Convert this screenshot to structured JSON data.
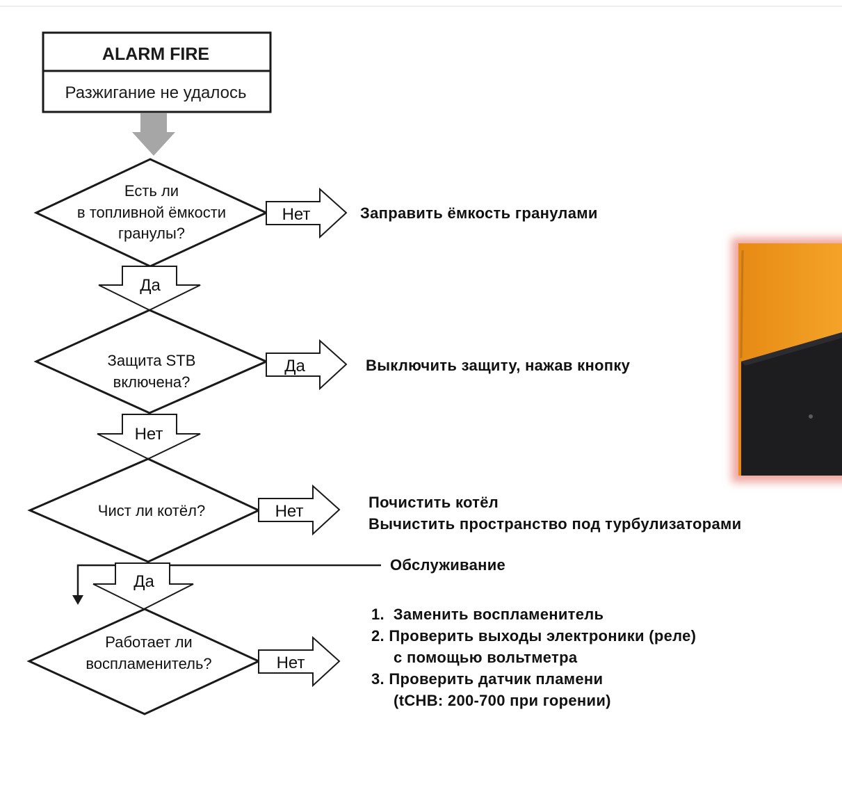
{
  "alarm_box": {
    "title": "ALARM FIRE",
    "subtitle": "Разжигание не удалось"
  },
  "decisions": [
    {
      "lines": [
        "Есть ли",
        "в топливной ёмкости",
        "гранулы?"
      ],
      "side_label": "Нет",
      "side_result": [
        "Заправить ёмкость гранулами"
      ],
      "down_label": "Да"
    },
    {
      "lines": [
        "Защита STB",
        "включена?"
      ],
      "side_label": "Да",
      "side_result": [
        "Выключить защиту, нажав кнопку"
      ],
      "down_label": "Нет"
    },
    {
      "lines": [
        "Чист ли котёл?"
      ],
      "side_label": "Нет",
      "side_result": [
        "Почистить котёл",
        "Вычистить пространство под турбулизаторами"
      ],
      "down_label": "Да"
    },
    {
      "lines": [
        "Работает ли",
        "воспламенитель?"
      ],
      "side_label": "Нет",
      "side_result": [
        "1.  Заменить воспламенитель",
        "2. Проверить выходы электроники (реле)",
        "     с помощью вольтметра",
        "3. Проверить датчик пламени",
        "     (tCHB: 200-700 при горении)"
      ]
    }
  ],
  "service_label": "Обслуживание",
  "colors": {
    "line": "#1a1a1a",
    "start_arrow": "#a6a6a6",
    "photo_orange": "#f29a1e",
    "photo_dark": "#1c1c1e",
    "photo_glow": "#f2b0aa"
  }
}
